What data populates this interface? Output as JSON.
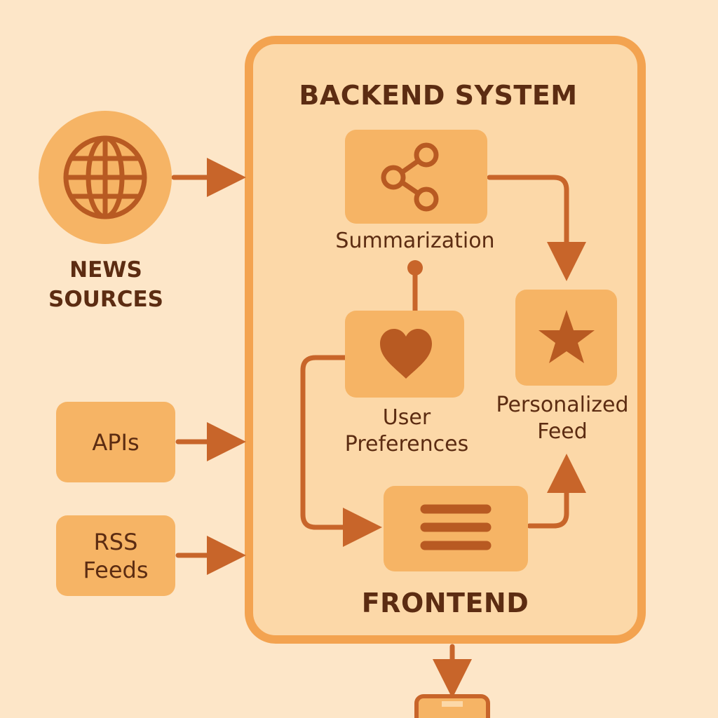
{
  "diagram": {
    "backend_title": "BACKEND SYSTEM",
    "frontend_title": "FRONTEND",
    "news_sources": [
      "NEWS",
      "SOURCES"
    ],
    "apis": "APIs",
    "rss_feeds": [
      "RSS",
      "Feeds"
    ],
    "summarization": "Summarization",
    "user_preferences": [
      "User",
      "Preferences"
    ],
    "personalized_feed": [
      "Personalized",
      "Feed"
    ]
  },
  "icons": {
    "news_sources": "globe-icon",
    "summarization": "share-icon",
    "user_preferences": "heart-icon",
    "personalized_feed": "star-icon",
    "frontend": "menu-lines-icon",
    "device": "device-icon"
  },
  "colors": {
    "background": "#fde6c8",
    "panel_fill": "#fcd8a8",
    "panel_border": "#f3a350",
    "node_fill": "#f6b465",
    "arrow": "#c8652a",
    "icon": "#b85a22",
    "text": "#5c2c12"
  }
}
